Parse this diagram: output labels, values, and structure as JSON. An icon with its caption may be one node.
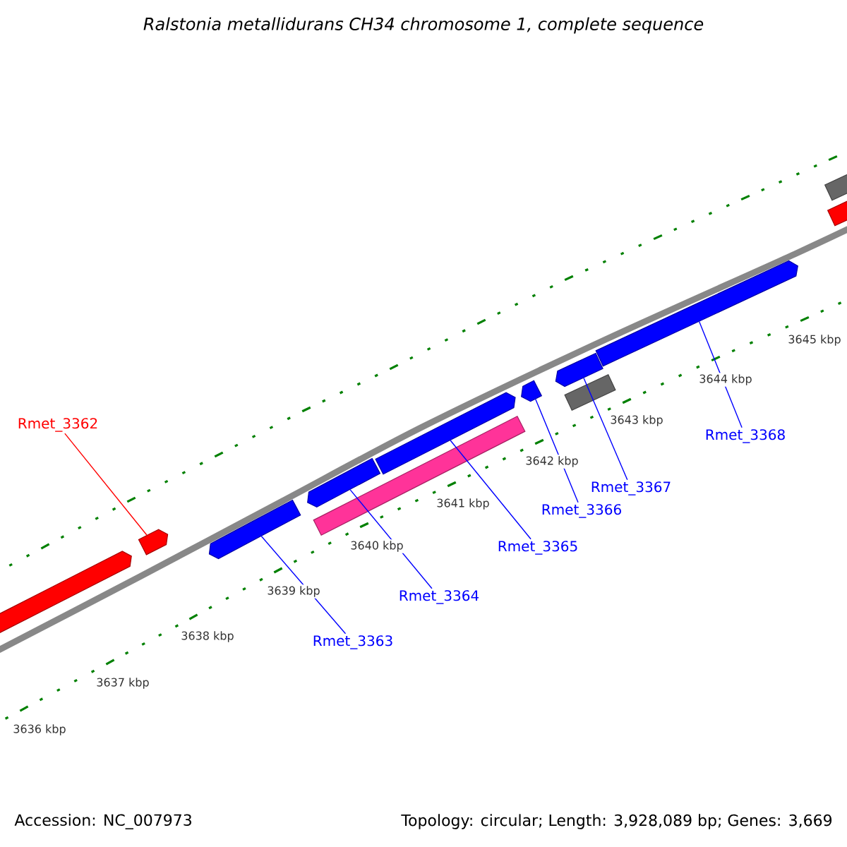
{
  "diagram": {
    "title": "Ralstonia metallidurans CH34 chromosome 1, complete sequence",
    "nodes": [
      {
        "text": [
          "Rmet_3362"
        ]
      },
      {
        "text": [],
        "shape": "bar"
      },
      {
        "text": [],
        "shape": "bar"
      },
      {
        "text": [],
        "shape": "bar"
      },
      {
        "text": [],
        "shape": "bar"
      },
      {
        "text": [],
        "shape": "box"
      },
      {
        "text": [],
        "shape": "bar"
      },
      {
        "text": [],
        "shape": "bar"
      },
      {
        "text": [],
        "shape": "bar"
      },
      {
        "text": [],
        "shape": "box"
      },
      {
        "text": [],
        "shape": "bar"
      },
      {
        "text": [],
        "shape": "box"
      },
      {
        "text": [],
        "shape": "box"
      },
      {
        "text": [
          "Rmet_3363"
        ]
      },
      {
        "text": [
          "Rmet_3364"
        ]
      },
      {
        "text": [
          "Rmet_3365"
        ]
      },
      {
        "text": [
          "Rmet_3366"
        ]
      },
      {
        "text": [
          "Rmet_3367"
        ]
      },
      {
        "text": [
          "Rmet_3368"
        ]
      }
    ],
    "edges": [
      {
        "from": 0,
        "to": 2,
        "arrow": "none",
        "color": "#ff0000"
      },
      {
        "from": 13,
        "to": 3,
        "arrow": "none"
      },
      {
        "from": 14,
        "to": 4,
        "arrow": "none"
      },
      {
        "from": 15,
        "to": 6,
        "arrow": "none"
      },
      {
        "from": 16,
        "to": 7,
        "arrow": "none"
      },
      {
        "from": 17,
        "to": 8,
        "arrow": "none"
      },
      {
        "from": 18,
        "to": 10,
        "arrow": "none"
      }
    ],
    "labels": [
      "3645 kbp",
      "3644 kbp",
      "3643 kbp",
      "3642 kbp",
      "3641 kbp",
      "3640 kbp",
      "3639 kbp",
      "3638 kbp",
      "3637 kbp",
      "3636 kbp",
      "Accession: NC_007973",
      "Topology: circular; Length: 3,928,089 bp; Genes: 3,669"
    ]
  }
}
